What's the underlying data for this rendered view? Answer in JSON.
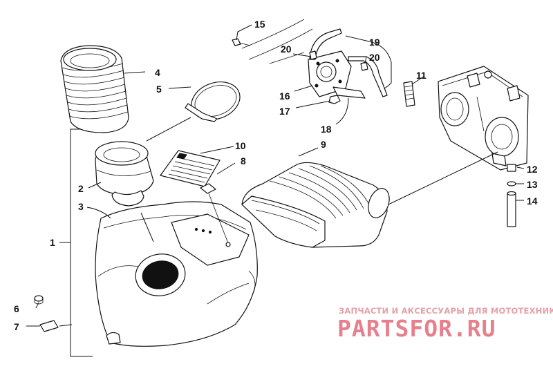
{
  "diagram": {
    "callouts": [
      {
        "id": "1",
        "text": "1"
      },
      {
        "id": "2",
        "text": "2"
      },
      {
        "id": "3",
        "text": "3"
      },
      {
        "id": "4",
        "text": "4"
      },
      {
        "id": "5",
        "text": "5"
      },
      {
        "id": "6",
        "text": "6"
      },
      {
        "id": "7",
        "text": "7"
      },
      {
        "id": "8",
        "text": "8"
      },
      {
        "id": "9",
        "text": "9"
      },
      {
        "id": "10",
        "text": "10"
      },
      {
        "id": "11",
        "text": "11"
      },
      {
        "id": "12",
        "text": "12"
      },
      {
        "id": "13",
        "text": "13"
      },
      {
        "id": "14",
        "text": "14"
      },
      {
        "id": "15",
        "text": "15"
      },
      {
        "id": "16",
        "text": "16"
      },
      {
        "id": "17",
        "text": "17"
      },
      {
        "id": "18",
        "text": "18"
      },
      {
        "id": "19",
        "text": "19"
      },
      {
        "id": "20a",
        "text": "20"
      },
      {
        "id": "20b",
        "text": "20"
      }
    ]
  },
  "watermark": {
    "line1": "ЗАПЧАСТИ И АКСЕССУАРЫ ДЛЯ МОТОТЕХНИКИ",
    "line2": "PARTSFOR.RU",
    "color": "#e77f8c"
  }
}
